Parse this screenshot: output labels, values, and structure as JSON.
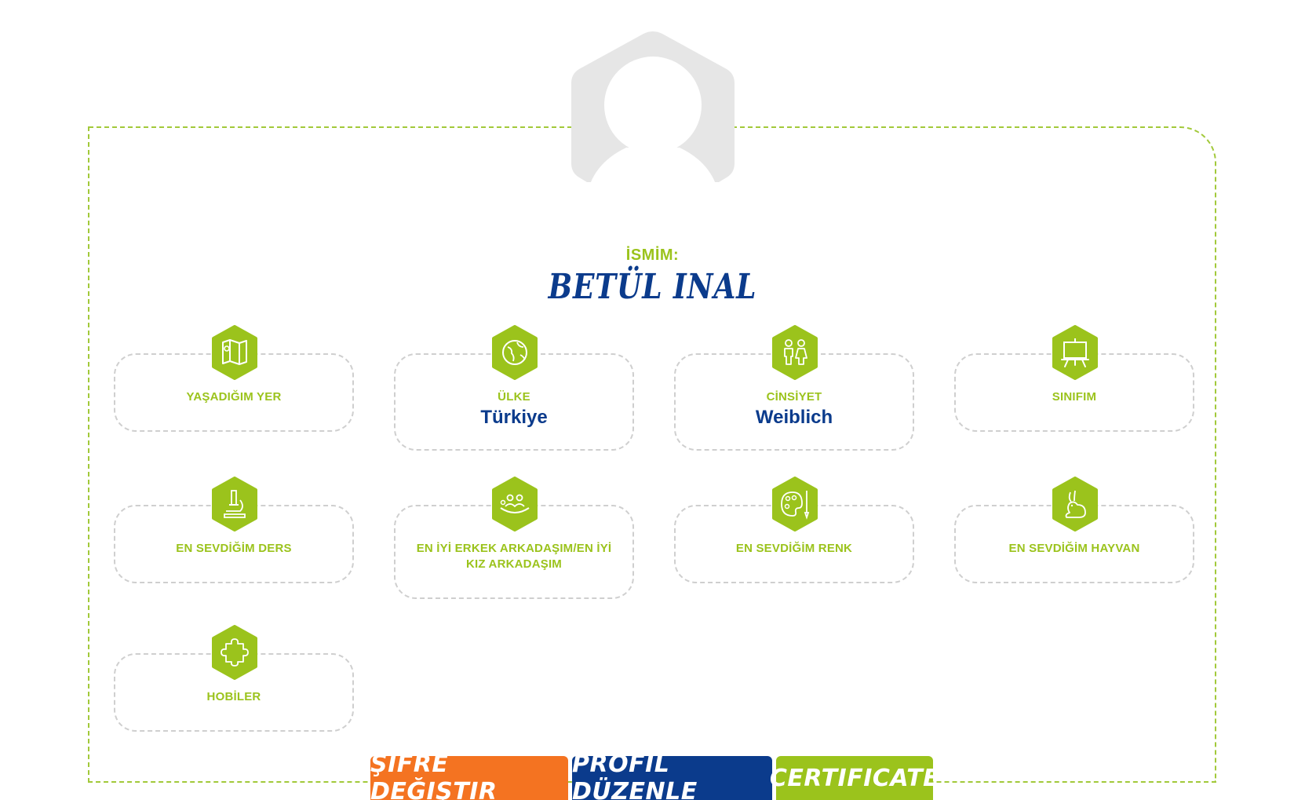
{
  "profile": {
    "name_label": "İSMİM:",
    "name": "BETÜL INAL"
  },
  "cards": [
    {
      "label": "YAŞADIĞIM YER",
      "value": "",
      "icon": "map-icon"
    },
    {
      "label": "ÜLKE",
      "value": "Türkiye",
      "icon": "globe-icon"
    },
    {
      "label": "CİNSİYET",
      "value": "Weiblich",
      "icon": "gender-icon"
    },
    {
      "label": "SINIFIM",
      "value": "",
      "icon": "easel-icon"
    },
    {
      "label": "EN SEVDİĞİM DERS",
      "value": "",
      "icon": "microscope-icon"
    },
    {
      "label": "EN İYİ ERKEK ARKADAŞIM/EN İYİ KIZ ARKADAŞIM",
      "value": "",
      "icon": "friends-icon"
    },
    {
      "label": "EN SEVDİĞİM RENK",
      "value": "",
      "icon": "palette-icon"
    },
    {
      "label": "EN SEVDİĞİM HAYVAN",
      "value": "",
      "icon": "rabbit-icon"
    },
    {
      "label": "HOBİLER",
      "value": "",
      "icon": "puzzle-icon"
    }
  ],
  "buttons": {
    "change_password": "ŞIFRE DEĞIŞTIR",
    "edit_profile": "PROFIL DÜZENLE",
    "certificate": "CERTIFICATE"
  },
  "colors": {
    "accent_green": "#9bc31c",
    "brand_blue": "#0b3b8c",
    "orange": "#f47321",
    "avatar_gray": "#e6e6e6"
  }
}
